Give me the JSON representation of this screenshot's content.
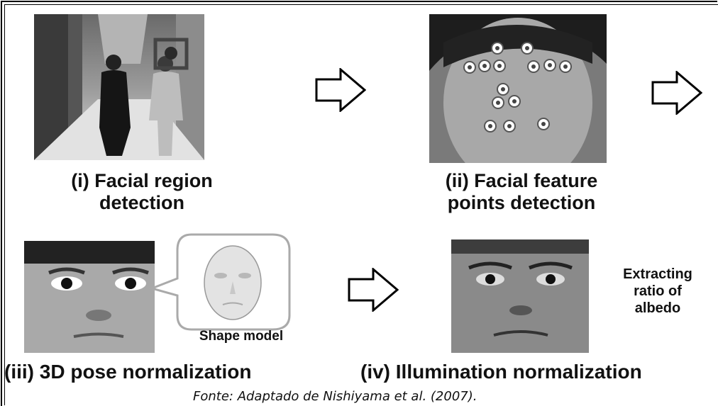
{
  "steps": [
    {
      "caption_line1": "(i) Facial region",
      "caption_line2": "detection"
    },
    {
      "caption_line1": "(ii) Facial feature",
      "caption_line2": "points detection"
    },
    {
      "caption": "(iii) 3D pose normalization"
    },
    {
      "caption": "(iv) Illumination normalization"
    }
  ],
  "shape_model_label": "Shape model",
  "albedo_note": {
    "line1": "Extracting",
    "line2": "ratio of",
    "line3": "albedo"
  },
  "source": "Fonte: Adaptado de Nishiyama et al. (2007).",
  "icons": [
    "right-arrow-icon",
    "right-arrow-icon",
    "right-arrow-icon"
  ]
}
